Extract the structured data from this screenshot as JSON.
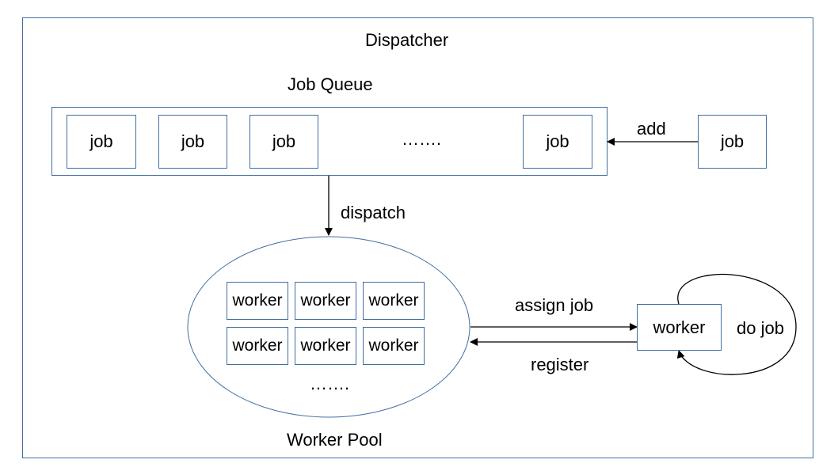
{
  "dispatcher": {
    "title": "Dispatcher"
  },
  "job_queue": {
    "title": "Job Queue",
    "jobs": [
      "job",
      "job",
      "job",
      "job"
    ],
    "ellipsis": "……."
  },
  "incoming_job": {
    "label": "job",
    "arrow_label": "add"
  },
  "dispatch": {
    "arrow_label": "dispatch"
  },
  "worker_pool": {
    "title": "Worker Pool",
    "workers": [
      "worker",
      "worker",
      "worker",
      "worker",
      "worker",
      "worker"
    ],
    "ellipsis": "……."
  },
  "active_worker": {
    "label": "worker",
    "assign_label": "assign job",
    "register_label": "register",
    "loop_label": "do job"
  },
  "colors": {
    "border": "#3f6fa0",
    "line": "#000000",
    "background": "#ffffff"
  }
}
